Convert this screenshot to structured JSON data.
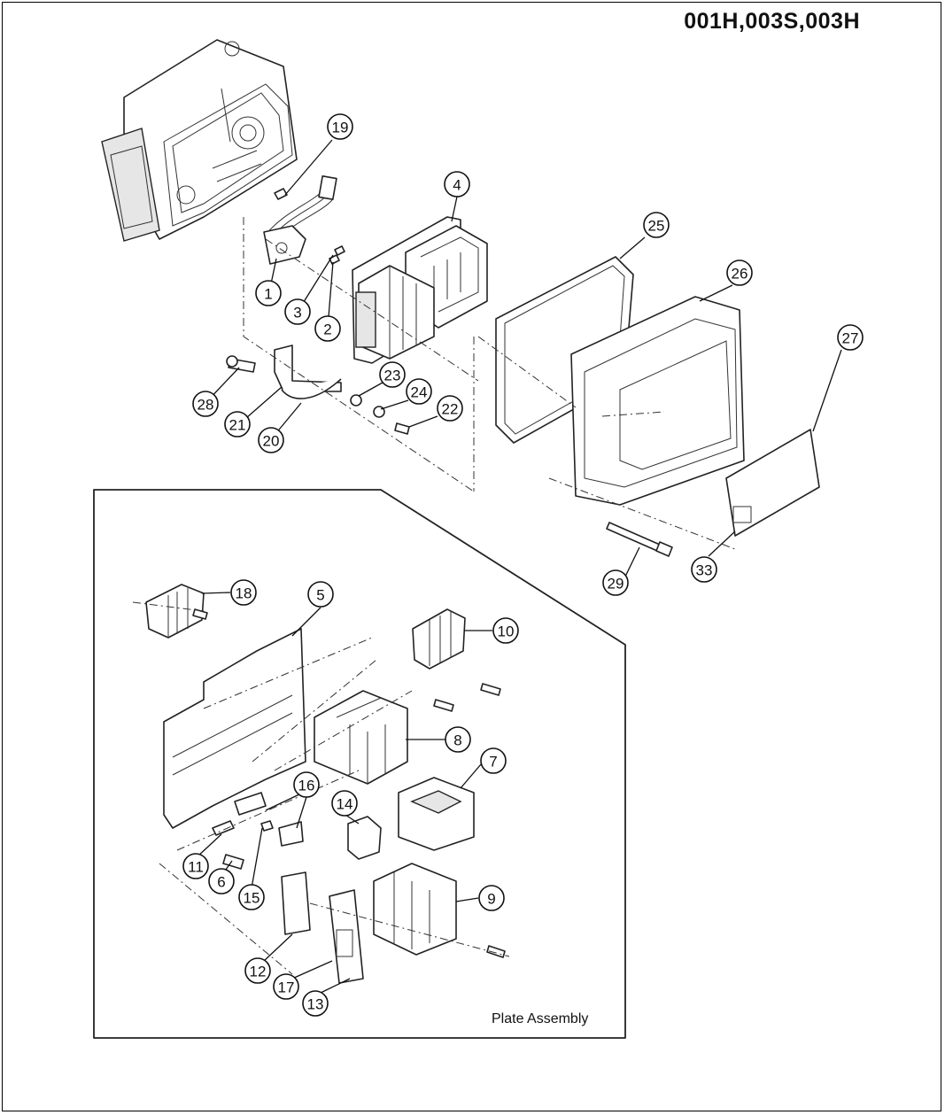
{
  "title": "001H,003S,003H",
  "inset_label": "Plate Assembly",
  "callouts": [
    "1",
    "2",
    "3",
    "4",
    "5",
    "6",
    "7",
    "8",
    "9",
    "10",
    "11",
    "12",
    "13",
    "14",
    "15",
    "16",
    "17",
    "18",
    "19",
    "20",
    "21",
    "22",
    "23",
    "24",
    "25",
    "26",
    "27",
    "28",
    "29",
    "33"
  ]
}
